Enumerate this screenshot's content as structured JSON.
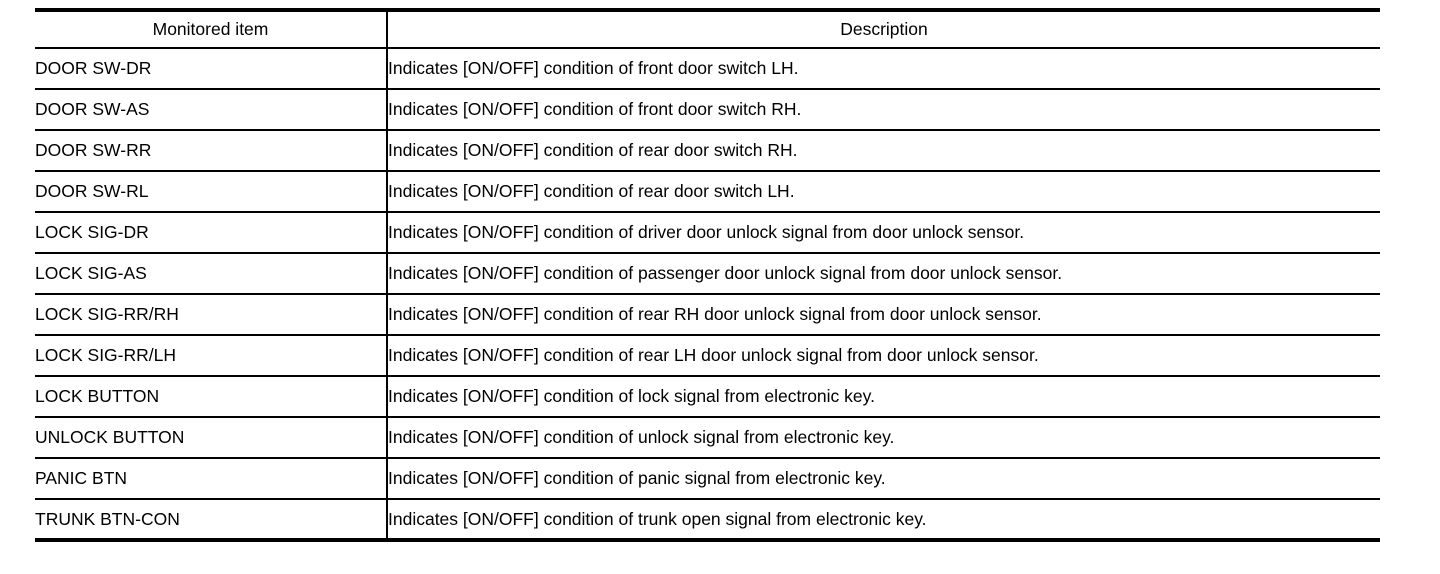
{
  "table": {
    "headers": {
      "item": "Monitored item",
      "description": "Description"
    },
    "rows": [
      {
        "item": "DOOR SW-DR",
        "description": "Indicates [ON/OFF] condition of front door switch LH."
      },
      {
        "item": "DOOR SW-AS",
        "description": "Indicates [ON/OFF] condition of front door switch RH."
      },
      {
        "item": "DOOR SW-RR",
        "description": "Indicates [ON/OFF] condition of rear door switch RH."
      },
      {
        "item": "DOOR SW-RL",
        "description": "Indicates [ON/OFF] condition of rear door switch LH."
      },
      {
        "item": "LOCK SIG-DR",
        "description": "Indicates [ON/OFF] condition of driver door unlock signal from door unlock sensor."
      },
      {
        "item": "LOCK SIG-AS",
        "description": "Indicates [ON/OFF] condition of passenger door unlock signal from door unlock sensor."
      },
      {
        "item": "LOCK SIG-RR/RH",
        "description": "Indicates [ON/OFF] condition of rear RH door unlock signal from door unlock sensor."
      },
      {
        "item": "LOCK SIG-RR/LH",
        "description": "Indicates [ON/OFF] condition of rear LH door unlock signal from door unlock sensor."
      },
      {
        "item": "LOCK BUTTON",
        "description": "Indicates [ON/OFF] condition of lock signal from electronic key."
      },
      {
        "item": "UNLOCK BUTTON",
        "description": "Indicates [ON/OFF] condition of unlock signal from electronic key."
      },
      {
        "item": "PANIC BTN",
        "description": "Indicates [ON/OFF] condition of panic signal from electronic key."
      },
      {
        "item": "TRUNK BTN-CON",
        "description": "Indicates [ON/OFF] condition of trunk open signal from electronic key."
      }
    ]
  },
  "colors": {
    "border": "#000000",
    "text": "#000000",
    "background": "#ffffff"
  }
}
